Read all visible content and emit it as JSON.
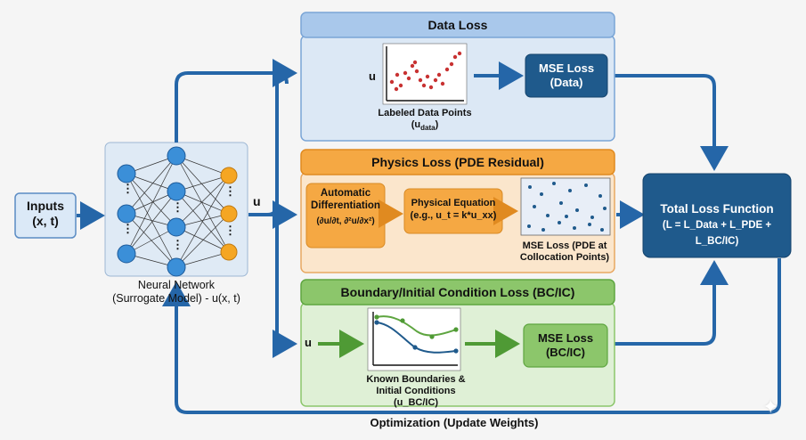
{
  "colors": {
    "arrow": "#2566a8",
    "data_panel": "#dce8f5",
    "data_header": "#a9c8eb",
    "physics_panel": "#fbe6cc",
    "physics_header": "#f5a843",
    "bc_panel": "#dff0d6",
    "bc_header": "#8cc66b",
    "dark_box": "#1f5a8c"
  },
  "inputs": {
    "line1": "Inputs",
    "line2": "(x, t)"
  },
  "neural_network": {
    "line1": "Neural Network",
    "line2": "(Surrogate Model) - u(x, t)",
    "ellipsis": "⋮"
  },
  "u_label": "u",
  "data_loss": {
    "title": "Data Loss",
    "u": "u",
    "caption1": "Labeled Data Points",
    "caption2_main": "(u",
    "caption2_sub": "data",
    "caption2_end": ")",
    "mse_line1": "MSE Loss",
    "mse_line2": "(Data)"
  },
  "physics_loss": {
    "title": "Physics Loss (PDE Residual)",
    "auto_line1": "Automatic",
    "auto_line2": "Differentiation",
    "formula": "(∂u/∂t, ∂²u/∂x²)",
    "phys_line1": "Physical Equation",
    "phys_line2": "(e.g., u_t = k*u_xx)",
    "mse_line1": "MSE Loss (PDE at",
    "mse_line2": "Collocation Points)"
  },
  "bc_loss": {
    "title": "Boundary/Initial Condition Loss (BC/IC)",
    "u": "u",
    "caption1": "Known Boundaries &",
    "caption2": "Initial Conditions (u_BC/IC)",
    "mse_line1": "MSE Loss",
    "mse_line2": "(BC/IC)"
  },
  "total_loss": {
    "line1": "Total Loss Function",
    "line2": "(L = L_Data + L_PDE + L_BC/IC)"
  },
  "optimization": "Optimization (Update Weights)"
}
